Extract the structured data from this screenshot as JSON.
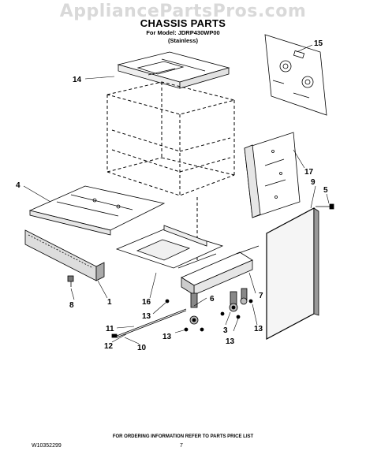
{
  "watermark": "AppliancePartsPros.com",
  "header": {
    "title": "CHASSIS PARTS",
    "model_line": "For Model: JDRP430WP00",
    "variant": "(Stainless)"
  },
  "callouts": [
    {
      "id": "c15",
      "text": "15"
    },
    {
      "id": "c14",
      "text": "14"
    },
    {
      "id": "c17",
      "text": "17"
    },
    {
      "id": "c9",
      "text": "9"
    },
    {
      "id": "c5",
      "text": "5"
    },
    {
      "id": "c4",
      "text": "4"
    },
    {
      "id": "c7",
      "text": "7"
    },
    {
      "id": "c8",
      "text": "8"
    },
    {
      "id": "c1",
      "text": "1"
    },
    {
      "id": "c16",
      "text": "16"
    },
    {
      "id": "c13a",
      "text": "13"
    },
    {
      "id": "c6",
      "text": "6"
    },
    {
      "id": "c11",
      "text": "11"
    },
    {
      "id": "c12",
      "text": "12"
    },
    {
      "id": "c10",
      "text": "10"
    },
    {
      "id": "c13b",
      "text": "13"
    },
    {
      "id": "c3",
      "text": "3"
    },
    {
      "id": "c13c",
      "text": "13"
    },
    {
      "id": "c13d",
      "text": "13"
    }
  ],
  "footer": {
    "note": "FOR ORDERING INFORMATION REFER TO PARTS PRICE LIST",
    "doc_number": "W10352299",
    "page": "7"
  }
}
